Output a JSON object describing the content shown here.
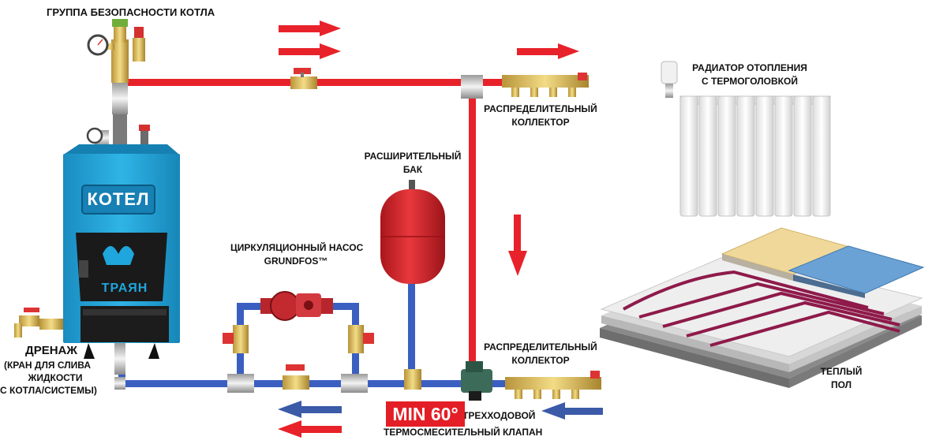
{
  "labels": {
    "safety_group": "ГРУППА БЕЗОПАСНОСТИ КОТЛА",
    "radiator_line1": "РАДИАТОР ОТОПЛЕНИЯ",
    "radiator_line2": "С ТЕРМОГОЛОВКОЙ",
    "collector_top_line1": "РАСПРЕДЕЛИТЕЛЬНЫЙ",
    "collector_top_line2": "КОЛЛЕКТОР",
    "expansion_line1": "РАСШИРИТЕЛЬНЫЙ",
    "expansion_line2": "БАК",
    "pump_line1": "ЦИРКУЛЯЦИОННЫЙ НАСОС",
    "pump_line2": "GRUNDFOS™",
    "collector_bottom_line1": "РАСПРЕДЕЛИТЕЛЬНЫЙ",
    "collector_bottom_line2": "КОЛЛЕКТОР",
    "drain_title": "ДРЕНАЖ",
    "drain_line1": "(КРАН ДЛЯ СЛИВА",
    "drain_line2": "ЖИДКОСТИ",
    "drain_line3": "С КОТЛА/СИСТЕМЫ)",
    "floor_line1": "ТЕПЛЫЙ",
    "floor_line2": "ПОЛ",
    "valve_line1": "ТРЕХХОДОВОЙ",
    "valve_line2": "ТЕРМОСМЕСИТЕЛЬНЫЙ КЛАПАН",
    "min_temp": "MIN 60°",
    "boiler_name": "КОТЕЛ",
    "boiler_brand": "ТРАЯН"
  },
  "colors": {
    "hot_pipe": "#e8222a",
    "cold_pipe": "#3b5fc0",
    "boiler_blue": "#1fa6dc",
    "arrow_red": "#e8222a",
    "arrow_blue": "#3b5aa8",
    "tank_red": "#d8252b"
  }
}
